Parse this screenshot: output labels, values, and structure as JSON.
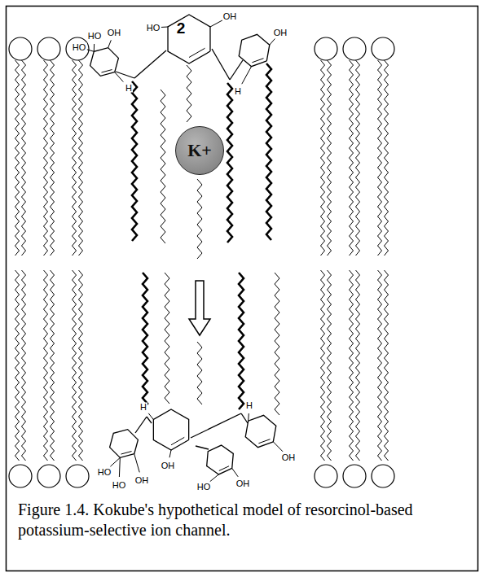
{
  "diagram": {
    "caption": "Figure 1.4. Kokube's hypothetical model of resorcinol-based potassium-selective ion channel.",
    "nodes": [
      {
        "text": [
          "K+"
        ]
      }
    ],
    "labels": [
      "2",
      "HO",
      "HO",
      "OH",
      "HO",
      "OH",
      "OH",
      "H",
      "H",
      "HO",
      "HO",
      "OH",
      "OH",
      "HO",
      "OH",
      "OH",
      "H",
      "H"
    ]
  }
}
